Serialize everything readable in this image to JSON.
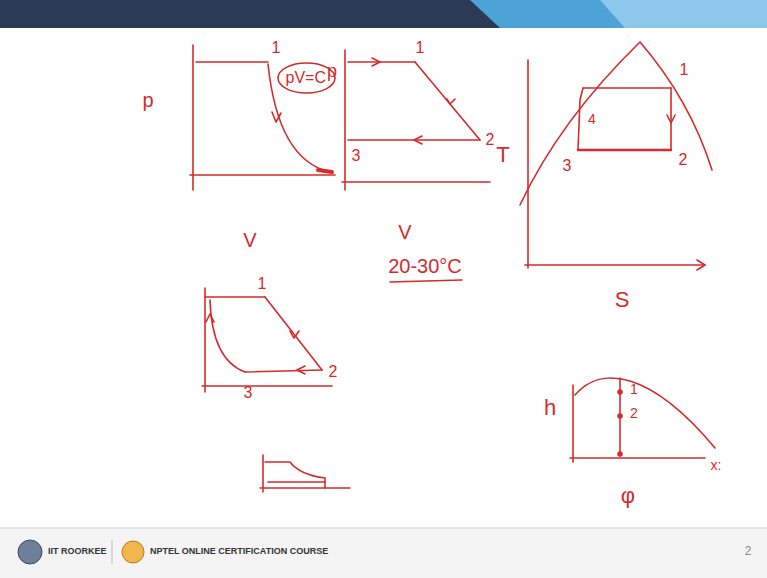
{
  "diagram": {
    "nodes": [
      {
        "text": [
          "pV=C"
        ]
      }
    ],
    "labels": [
      "p",
      "1",
      "V",
      "p",
      "1",
      "2",
      "3",
      "V",
      "T",
      "1",
      "2",
      "3",
      "4",
      "S",
      "1",
      "2",
      "3",
      "20-30°C",
      "h",
      "1",
      "2",
      "x:",
      "φ",
      "IIT ROORKEE",
      "NPTEL ONLINE CERTIFICATION COURSE",
      "2"
    ]
  }
}
